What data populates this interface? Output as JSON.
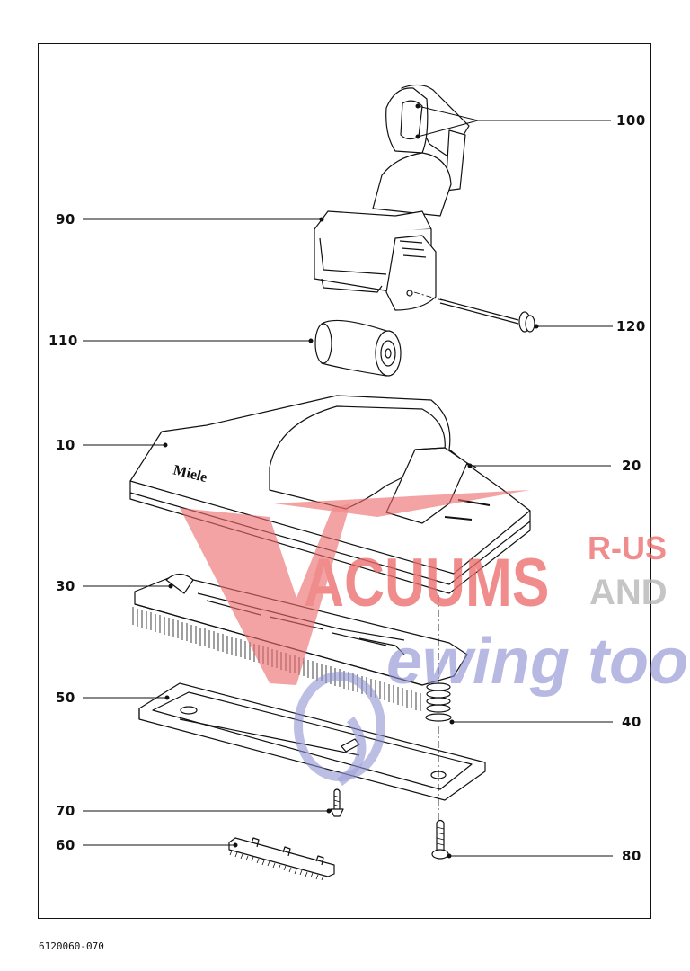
{
  "diagram": {
    "doc_code": "6120060-070",
    "brand_mark": "Miele",
    "callouts": {
      "p100": "100",
      "p90": "90",
      "p120": "120",
      "p110": "110",
      "p10": "10",
      "p20": "20",
      "p30": "30",
      "p50": "50",
      "p40": "40",
      "p70": "70",
      "p60": "60",
      "p80": "80"
    }
  },
  "watermark": {
    "main": "ACUUMS",
    "r_us": "R-US",
    "and": "AND",
    "script": "ewing too",
    "colors": {
      "red": "#ec6b6b",
      "blue": "#8c8fd0",
      "gray": "#b5b5b5"
    }
  }
}
